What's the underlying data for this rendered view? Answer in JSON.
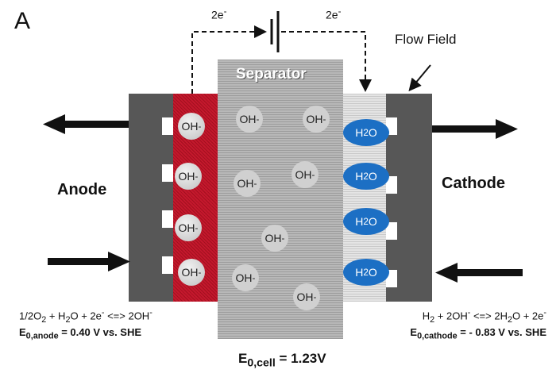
{
  "panel_label": "A",
  "electron_left": "2e",
  "electron_right": "2e",
  "electron_sup": "-",
  "flow_field_label": "Flow Field",
  "separator_label": "Separator",
  "anode_label": "Anode",
  "cathode_label": "Cathode",
  "ion_label": "OH",
  "ion_charge": "-",
  "water_label": "H",
  "water_sub": "2",
  "water_tail": "O",
  "anode_equation": {
    "p1": "1/2O",
    "s1": "2",
    "p2": " + H",
    "s2": "2",
    "p3": "O + 2e",
    "sup": "-",
    "p4": " <=> 2OH",
    "sup2": "-"
  },
  "anode_potential": {
    "label": "E",
    "sub": "0,anode",
    "value": " = 0.40 V vs. SHE"
  },
  "cathode_equation": {
    "p1": "H",
    "s1": "2",
    "p2": " + 2OH",
    "sup": "-",
    "p3": " <=> 2H",
    "s2": "2",
    "p4": "O + 2e",
    "sup2": "-"
  },
  "cathode_potential": {
    "label": "E",
    "sub": "0,cathode",
    "value": " = - 0.83 V vs. SHE"
  },
  "cell_potential": {
    "label": "E",
    "sub": "0,cell",
    "value": " = 1.23V"
  },
  "colors": {
    "anode_catalyst": "#c4182d",
    "water": "#1c6fc4",
    "flow_field": "#575757",
    "separator": "#aaaaaa"
  }
}
